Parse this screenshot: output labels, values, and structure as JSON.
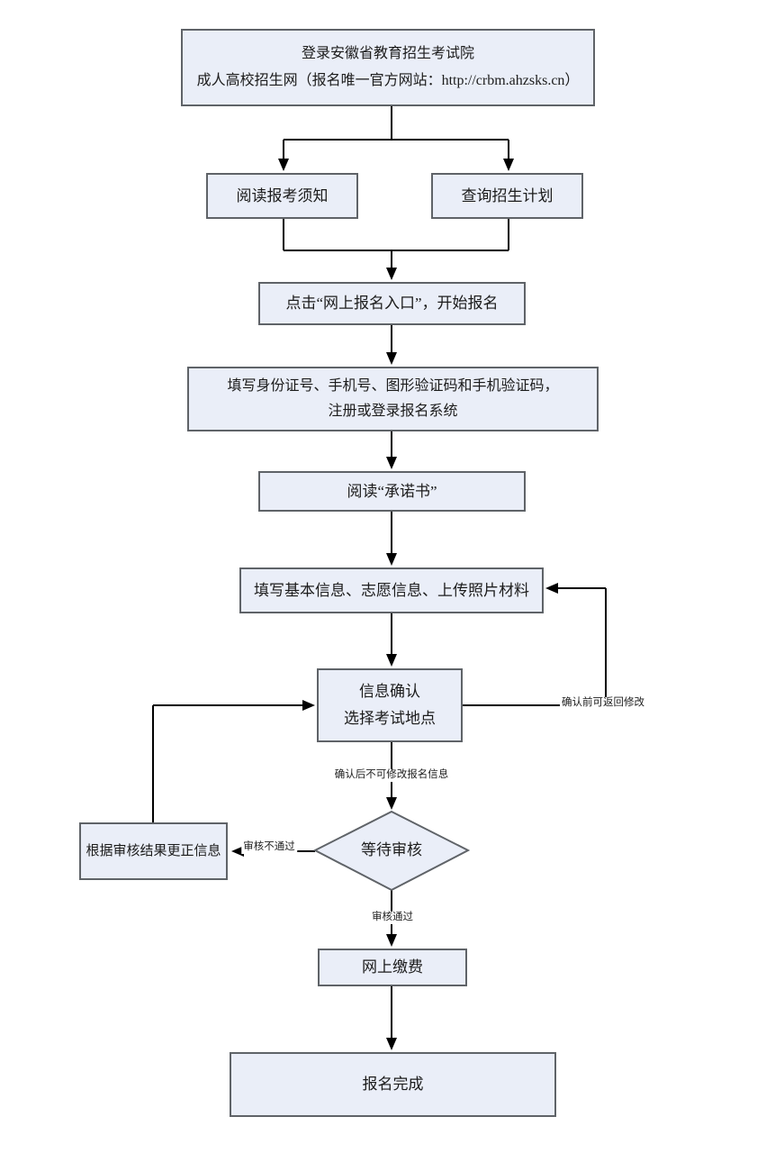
{
  "flowchart": {
    "nodes": {
      "login": {
        "line1": "登录安徽省教育招生考试院",
        "line2": "成人高校招生网（报名唯一官方网站：http://crbm.ahzsks.cn）"
      },
      "read_notice": "阅读报考须知",
      "query_plan": "查询招生计划",
      "click_entry": "点击“网上报名入口”，开始报名",
      "register_login": {
        "line1": "填写身份证号、手机号、图形验证码和手机验证码，",
        "line2": "注册或登录报名系统"
      },
      "read_commitment": "阅读“承诺书”",
      "fill_info": "填写基本信息、志愿信息、上传照片材料",
      "confirm_info": {
        "line1": "信息确认",
        "line2": "选择考试地点"
      },
      "wait_review": "等待审核",
      "correct_info": "根据审核结果更正信息",
      "pay_online": "网上缴费",
      "complete": "报名完成"
    },
    "edge_labels": {
      "can_modify_before_confirm": "确认前可返回修改",
      "cannot_modify_after_confirm": "确认后不可修改报名信息",
      "review_rejected": "审核不通过",
      "review_passed": "审核通过"
    },
    "colors": {
      "node_fill": "#eaeef8",
      "node_border": "#5f6368",
      "connector": "#000000",
      "background": "#ffffff"
    }
  }
}
